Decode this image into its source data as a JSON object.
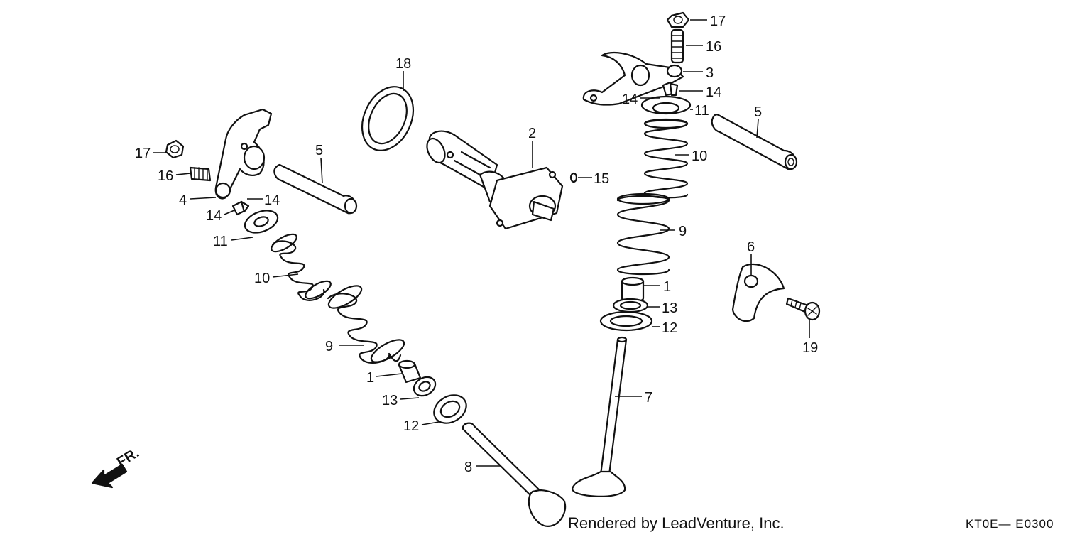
{
  "labels": [
    {
      "id": "a17",
      "text": "17"
    },
    {
      "id": "a16",
      "text": "16"
    },
    {
      "id": "a3",
      "text": "3"
    },
    {
      "id": "a14r",
      "text": "14"
    },
    {
      "id": "a14l",
      "text": "14"
    },
    {
      "id": "a11",
      "text": "11"
    },
    {
      "id": "a5",
      "text": "5"
    },
    {
      "id": "a10",
      "text": "10"
    },
    {
      "id": "a9",
      "text": "9"
    },
    {
      "id": "a1",
      "text": "1"
    },
    {
      "id": "a13",
      "text": "13"
    },
    {
      "id": "a12",
      "text": "12"
    },
    {
      "id": "a7",
      "text": "7"
    },
    {
      "id": "a6",
      "text": "6"
    },
    {
      "id": "a19",
      "text": "19"
    },
    {
      "id": "a18",
      "text": "18"
    },
    {
      "id": "a2",
      "text": "2"
    },
    {
      "id": "a15",
      "text": "15"
    },
    {
      "id": "b17",
      "text": "17"
    },
    {
      "id": "b16",
      "text": "16"
    },
    {
      "id": "b4",
      "text": "4"
    },
    {
      "id": "b14r",
      "text": "14"
    },
    {
      "id": "b14l",
      "text": "14"
    },
    {
      "id": "b11",
      "text": "11"
    },
    {
      "id": "b5",
      "text": "5"
    },
    {
      "id": "b10",
      "text": "10"
    },
    {
      "id": "b9",
      "text": "9"
    },
    {
      "id": "b1",
      "text": "1"
    },
    {
      "id": "b13",
      "text": "13"
    },
    {
      "id": "b12",
      "text": "12"
    },
    {
      "id": "b8",
      "text": "8"
    }
  ],
  "front_marker": "FR.",
  "credit": "Rendered by LeadVenture, Inc.",
  "diagram_code": "KT0E— E0300"
}
